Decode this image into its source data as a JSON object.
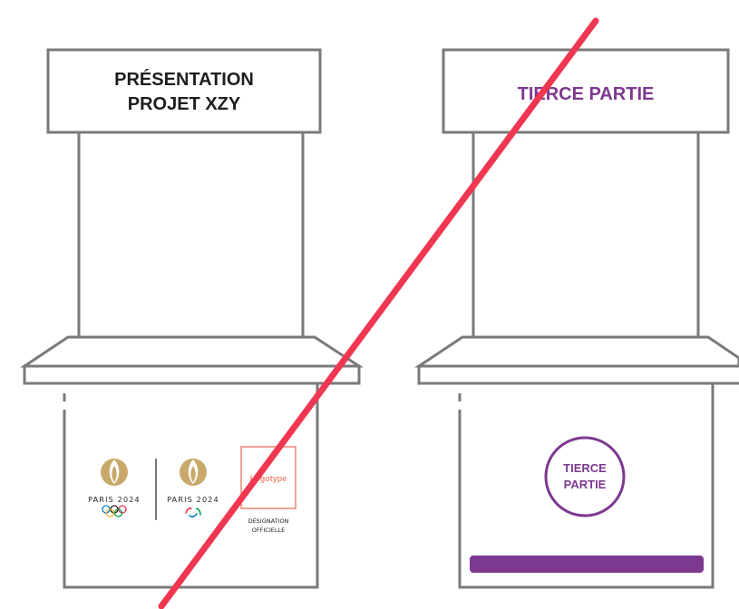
{
  "colors": {
    "outline": "#7a7a7a",
    "text_dark": "#1e1e1e",
    "purple": "#7d3890",
    "gold": "#c8a96a",
    "salmon": "#ef8d7b",
    "strike": "#ef3752",
    "black": "#222222"
  },
  "left_kiosk": {
    "header_line1": "PRÉSENTATION",
    "header_line2": "PROJET XZY",
    "olympic_logo": {
      "wordmark": "PARIS 2024",
      "icon": "olympic-rings-icon"
    },
    "paralympic_logo": {
      "wordmark": "PARIS 2024",
      "icon": "agitos-icon"
    },
    "partner_logo": {
      "placeholder": "Logotype",
      "designation_line1": "DÉSIGNATION",
      "designation_line2": "OFFICIELLE"
    }
  },
  "right_kiosk": {
    "header": "TIERCE PARTIE",
    "badge_line1": "TIERCE",
    "badge_line2": "PARTIE"
  },
  "strike_line": {
    "icon": "red-strike-through-line"
  }
}
